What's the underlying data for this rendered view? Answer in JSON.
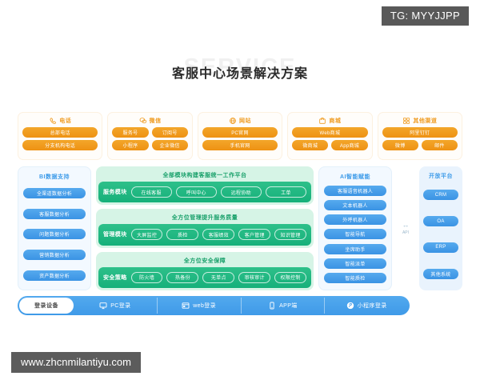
{
  "tag": {
    "text": "TG: MYYJJPP"
  },
  "header": {
    "ghost": "SERVICE",
    "title": "客服中心场景解决方案"
  },
  "channels": [
    {
      "title": "电话",
      "icon": "phone-icon",
      "rows": [
        [
          "总部电话"
        ],
        [
          "分支机构电话"
        ]
      ]
    },
    {
      "title": "微信",
      "icon": "wechat-icon",
      "rows": [
        [
          "服务号",
          "订阅号"
        ],
        [
          "小程序",
          "企业微信"
        ]
      ]
    },
    {
      "title": "网站",
      "icon": "globe-icon",
      "rows": [
        [
          "PC官网"
        ],
        [
          "手机官网"
        ]
      ]
    },
    {
      "title": "商城",
      "icon": "shop-icon",
      "rows": [
        [
          "Web商城"
        ],
        [
          "微商城",
          "App商城"
        ]
      ]
    },
    {
      "title": "其他渠道",
      "icon": "grid-icon",
      "rows": [
        [
          "阿里钉钉"
        ],
        [
          "微博",
          "邮件"
        ]
      ]
    }
  ],
  "bi": {
    "title": "BI数据支持",
    "items": [
      "全渠道数据分析",
      "客服数据分析",
      "问题数据分析",
      "营销数据分析",
      "资产数据分析"
    ]
  },
  "center": [
    {
      "caption": "全部模块构建客服统一工作平台",
      "label": "服务模块",
      "items": [
        "在线客服",
        "呼叫中心",
        "远程协助",
        "工单"
      ]
    },
    {
      "caption": "全方位管理提升服务质量",
      "label": "管理模块",
      "items": [
        "大屏监控",
        "质检",
        "客服绩效",
        "客户管理",
        "知识管理"
      ]
    },
    {
      "caption": "全方位安全保障",
      "label": "安全策略",
      "items": [
        "防火墙",
        "热备份",
        "无单点",
        "审核审计",
        "权限控制"
      ]
    }
  ],
  "ai": {
    "title": "AI智能赋能",
    "items": [
      "客服语音机器人",
      "文本机器人",
      "外呼机器人",
      "智能导航",
      "坐席助手",
      "智能派单",
      "智能质检"
    ]
  },
  "connector": {
    "label": "API",
    "glyph": "↔"
  },
  "open_platform": {
    "title": "开放平台",
    "items": [
      "CRM",
      "OA",
      "ERP",
      "其他系统"
    ]
  },
  "login": {
    "first": "登录设备",
    "items": [
      {
        "label": "PC登录",
        "icon": "monitor-icon"
      },
      {
        "label": "web登录",
        "icon": "browser-icon"
      },
      {
        "label": "APP端",
        "icon": "mobile-icon"
      },
      {
        "label": "小程序登录",
        "icon": "miniprogram-icon"
      }
    ]
  },
  "watermark": {
    "text": "www.zhcnmilantiyu.com"
  },
  "colors": {
    "orange": "#ef9b20",
    "blue": "#3d9be9",
    "green": "#16b07a",
    "green_light": "#d6f4e6",
    "tag_bg": "#595959"
  }
}
